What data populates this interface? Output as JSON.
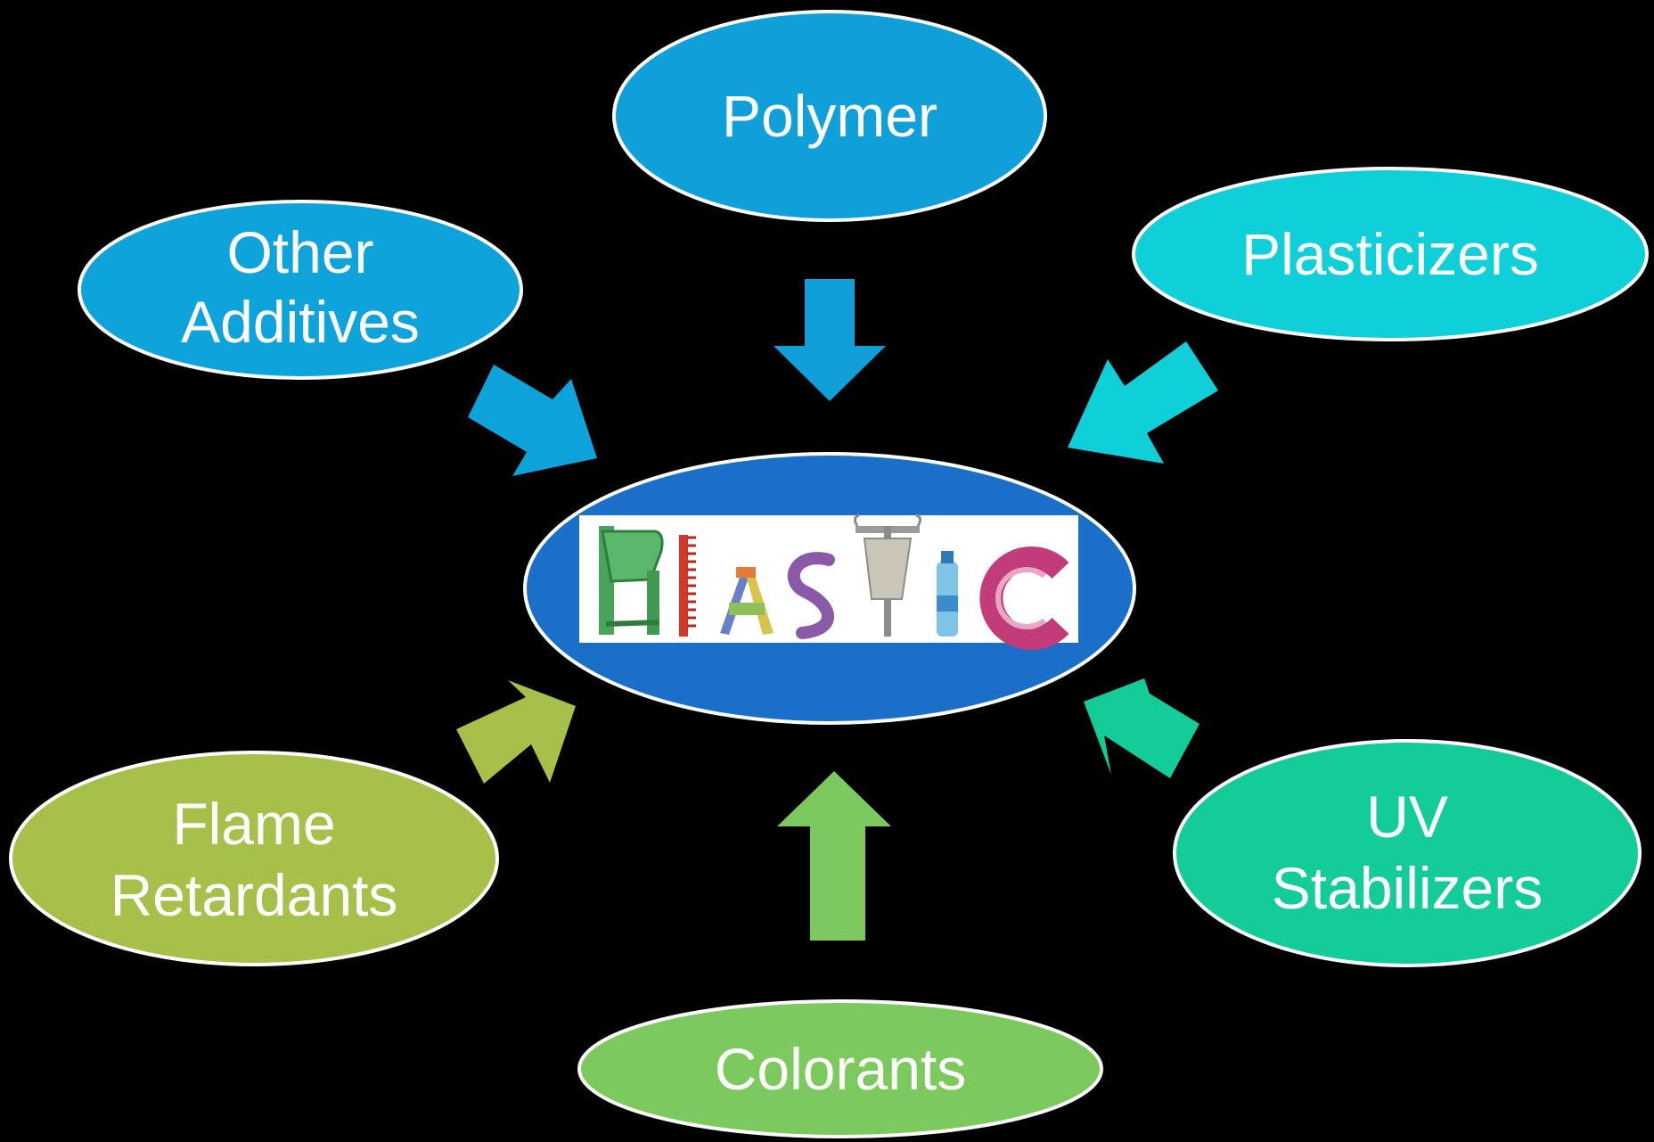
{
  "background": "#000000",
  "center": {
    "image_word": "PLASTIC",
    "fill": "#1a6fc9",
    "image_background": "#ffffff"
  },
  "nodes": [
    {
      "id": "polymer",
      "lines": [
        "Polymer"
      ],
      "fill": "#0fa0da"
    },
    {
      "id": "plasticizers",
      "lines": [
        "Plasticizers"
      ],
      "fill": "#0fcfd8"
    },
    {
      "id": "uv-stabilizers",
      "lines": [
        "UV",
        "Stabilizers"
      ],
      "fill": "#13cc9a"
    },
    {
      "id": "colorants",
      "lines": [
        "Colorants"
      ],
      "fill": "#7cc95e"
    },
    {
      "id": "flame-retardants",
      "lines": [
        "Flame",
        "Retardants"
      ],
      "fill": "#a6c04a"
    },
    {
      "id": "other-additives",
      "lines": [
        "Other",
        "Additives"
      ],
      "fill": "#0ea3da"
    }
  ],
  "edges": [
    {
      "from": "polymer",
      "to": "center",
      "color": "#0fa0da"
    },
    {
      "from": "plasticizers",
      "to": "center",
      "color": "#0fcfd8"
    },
    {
      "from": "uv-stabilizers",
      "to": "center",
      "color": "#13cc9a"
    },
    {
      "from": "colorants",
      "to": "center",
      "color": "#7cc95e"
    },
    {
      "from": "flame-retardants",
      "to": "center",
      "color": "#a6c04a"
    },
    {
      "from": "other-additives",
      "to": "center",
      "color": "#0ea3da"
    }
  ]
}
